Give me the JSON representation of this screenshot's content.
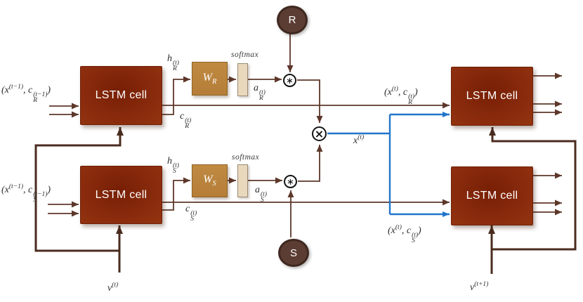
{
  "colors": {
    "lstm_fill": "#8A2B0D",
    "lstm_border": "#6E2008",
    "weight_fill": "#B9813C",
    "softmax_fill": "#EAD8BD",
    "line_brown": "#5D372A",
    "line_feedback_dark": "#4A2C1F",
    "line_blue": "#2176CB",
    "selector_node_fill": "#5B3D33",
    "selector_node_border": "#3F2820"
  },
  "nodes": {
    "lstm_label": "LSTM cell",
    "r_label": "R",
    "s_label": "S",
    "w_r": "W_R",
    "w_s": "W_S",
    "softmax_r": "softmax",
    "softmax_s": "softmax",
    "op_elementwise": "∗",
    "op_tensor": "×"
  },
  "labels": {
    "input_r": "(x^(t−1), c_R^(t−1))",
    "input_s": "(x^(t−1), c_S^(t−1))",
    "h_r": "h_R^(t)",
    "h_s": "h_S^(t)",
    "c_r": "c_R^(t)",
    "c_s": "c_S^(t)",
    "a_r": "a_R^(t)",
    "a_s": "a_S^(t)",
    "state_r": "(x^(t), c_R^(t))",
    "state_s": "(x^(t), c_S^(t))",
    "x_t": "x^(t)",
    "v_t": "v^(t)",
    "v_t1": "v^(t+1)"
  }
}
